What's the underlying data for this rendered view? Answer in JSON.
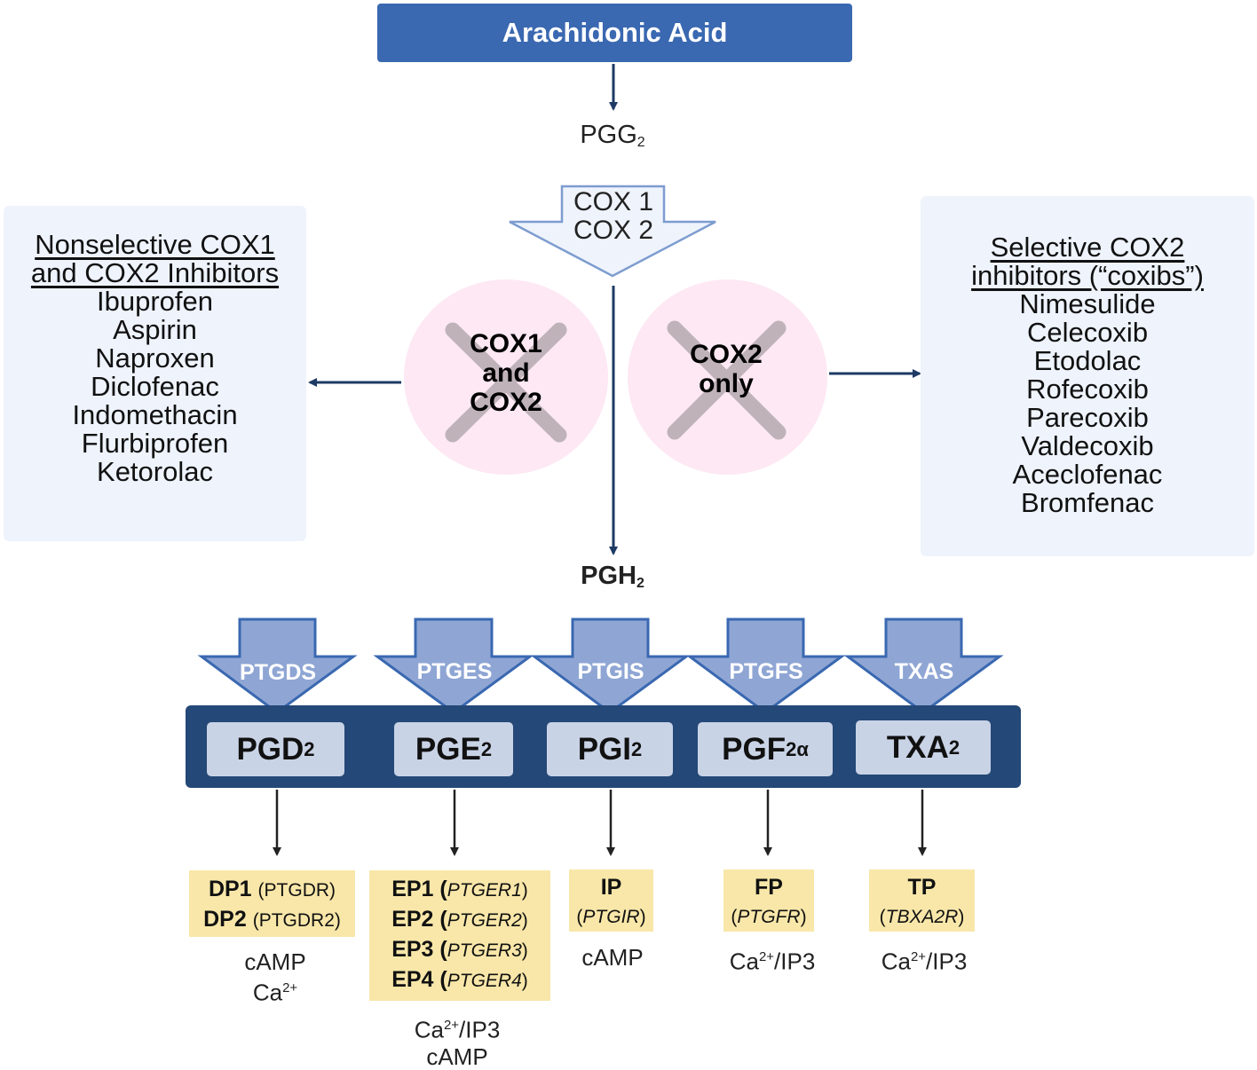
{
  "top": {
    "label": "Arachidonic Acid"
  },
  "pgg2": {
    "base": "PGG",
    "sub": "2"
  },
  "cox_arrow": {
    "line1": "COX 1",
    "line2": "COX 2"
  },
  "pgh2": {
    "base": "PGH",
    "sub": "2"
  },
  "left_panel": {
    "heading_line1": "Nonselective COX1",
    "heading_line2": "and COX2 Inhibitors",
    "drugs": [
      "Ibuprofen",
      "Aspirin",
      "Naproxen",
      "Diclofenac",
      "Indomethacin",
      "Flurbiprofen",
      "Ketorolac"
    ]
  },
  "right_panel": {
    "heading_line1": "Selective COX2",
    "heading_line2": "inhibitors (“coxibs”)",
    "drugs": [
      "Nimesulide",
      "Celecoxib",
      "Etodolac",
      "Rofecoxib",
      "Parecoxib",
      "Valdecoxib",
      "Aceclofenac",
      "Bromfenac"
    ]
  },
  "blocked": {
    "left": [
      "COX1",
      "and",
      "COX2"
    ],
    "right": [
      "COX2",
      "only"
    ]
  },
  "enzymes": [
    "PTGDS",
    "PTGES",
    "PTGIS",
    "PTGFS",
    "TXAS"
  ],
  "products": [
    {
      "base": "PGD",
      "sub": "2"
    },
    {
      "base": "PGE",
      "sub": "2"
    },
    {
      "base": "PGI",
      "sub": "2"
    },
    {
      "base": "PGF",
      "sub": "2α"
    },
    {
      "base": "TXA",
      "sub": "2"
    }
  ],
  "receptors": {
    "pgd": [
      {
        "name": "DP1",
        "gene": "(PTGDR)"
      },
      {
        "name": "DP2",
        "gene": "(PTGDR2)"
      }
    ],
    "pge": [
      {
        "name": "EP1",
        "open": "(",
        "gene": "PTGER1",
        "close": ")"
      },
      {
        "name": "EP2",
        "open": "(",
        "gene": "PTGER2",
        "close": ")"
      },
      {
        "name": "EP3",
        "open": "(",
        "gene": "PTGER3",
        "close": ")"
      },
      {
        "name": "EP4",
        "open": "(",
        "gene": "PTGER4",
        "close": ")"
      }
    ],
    "pgi": {
      "name": "IP",
      "open": "(",
      "gene": "PTGIR",
      "close": ")"
    },
    "pgf": {
      "name": "FP",
      "open": "(",
      "gene": "PTGFR",
      "close": ")"
    },
    "txa": {
      "name": "TP",
      "open": "(",
      "gene": "TBXA2R",
      "close": ")"
    }
  },
  "second_messengers": {
    "pgd": {
      "line1": "cAMP",
      "line2_base": "Ca",
      "line2_sup": "2+"
    },
    "pge": {
      "line1_base": "Ca",
      "line1_sup": "2+",
      "line1_rest": "/IP3",
      "line2": "cAMP"
    },
    "pgi": {
      "line1": "cAMP"
    },
    "pgf": {
      "base": "Ca",
      "sup": "2+",
      "rest": "/IP3"
    },
    "txa": {
      "base": "Ca",
      "sup": "2+",
      "rest": "/IP3"
    }
  },
  "colors": {
    "top_box": "#3a68b1",
    "arrow_dark": "#1e3a64",
    "panel_bg": "#eef3fc",
    "circle_bg": "#fde8f3",
    "product_bar": "#244877",
    "product_box": "#c9d3e6",
    "enzyme_arrow": "#8fa6d4",
    "receptor_box": "#f8e7a9"
  }
}
